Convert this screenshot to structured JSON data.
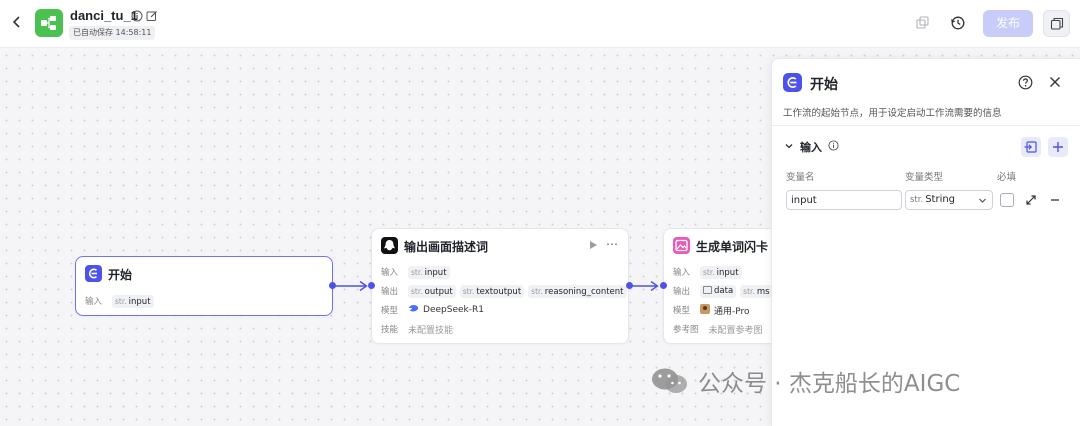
{
  "header": {
    "title": "danci_tu_1",
    "autosave": "已自动保存 14:58:11",
    "publish_label": "发布"
  },
  "nodes": {
    "start": {
      "title": "开始",
      "input_label": "输入",
      "input_type": "str.",
      "input_name": "input"
    },
    "describe": {
      "title": "输出画面描述词",
      "input_label": "输入",
      "input_type": "str.",
      "input_name": "input",
      "output_label": "输出",
      "outputs": [
        {
          "type": "str.",
          "name": "output"
        },
        {
          "type": "str.",
          "name": "textoutput"
        },
        {
          "type": "str.",
          "name": "reasoning_content"
        }
      ],
      "model_label": "模型",
      "model": "DeepSeek-R1",
      "skill_label": "技能",
      "skill": "未配置技能"
    },
    "card": {
      "title": "生成单词闪卡",
      "input_label": "输入",
      "input_type": "str.",
      "input_name": "input",
      "output_label": "输出",
      "output1": "data",
      "output2_type": "str.",
      "output2": "ms",
      "model_label": "模型",
      "model": "通用-Pro",
      "ref_label": "参考图",
      "ref": "未配置参考图"
    }
  },
  "panel": {
    "title": "开始",
    "description": "工作流的起始节点，用于设定启动工作流需要的信息",
    "section_title": "输入",
    "col_name": "变量名",
    "col_type": "变量类型",
    "col_required": "必填",
    "var_name": "input",
    "var_type_prefix": "str.",
    "var_type": "String"
  },
  "watermark": "公众号 · 杰克船长的AIGC",
  "colors": {
    "accent": "#4d53e8",
    "publish_disabled": "#c7ccf8",
    "app_logo": "#4ac150",
    "llm_icon": "#111111",
    "image_icon": "#e85bb6"
  }
}
